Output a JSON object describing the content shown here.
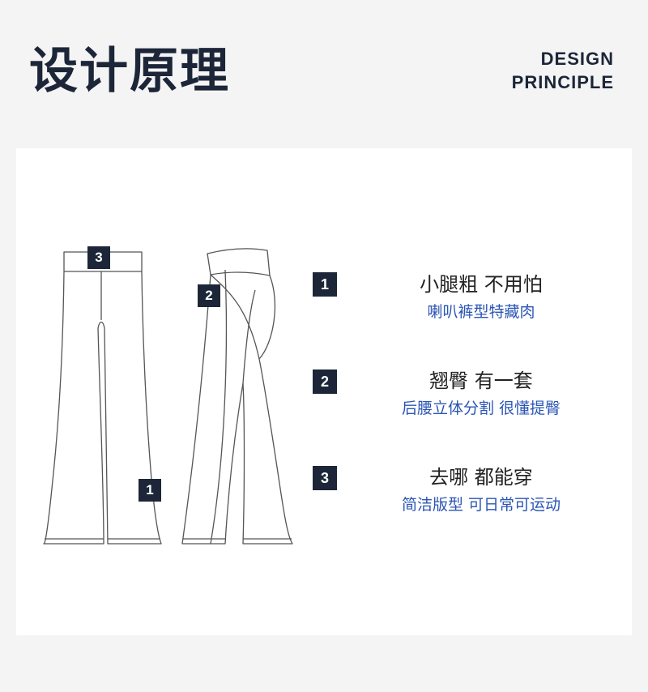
{
  "header": {
    "title_cn": "设计原理",
    "title_en_line1": "DESIGN",
    "title_en_line2": "PRINCIPLE"
  },
  "colors": {
    "navy": "#1c2638",
    "accent_blue": "#2a55b5",
    "background": "#f4f4f4",
    "card": "#ffffff"
  },
  "illustration": {
    "front_badge": "3",
    "side_badge": "2",
    "leg_badge": "1"
  },
  "features": [
    {
      "number": "1",
      "title": "小腿粗 不用怕",
      "subtitle": "喇叭裤型特藏肉"
    },
    {
      "number": "2",
      "title": "翘臀 有一套",
      "subtitle": "后腰立体分割 很懂提臀"
    },
    {
      "number": "3",
      "title": "去哪 都能穿",
      "subtitle": "简洁版型 可日常可运动"
    }
  ]
}
